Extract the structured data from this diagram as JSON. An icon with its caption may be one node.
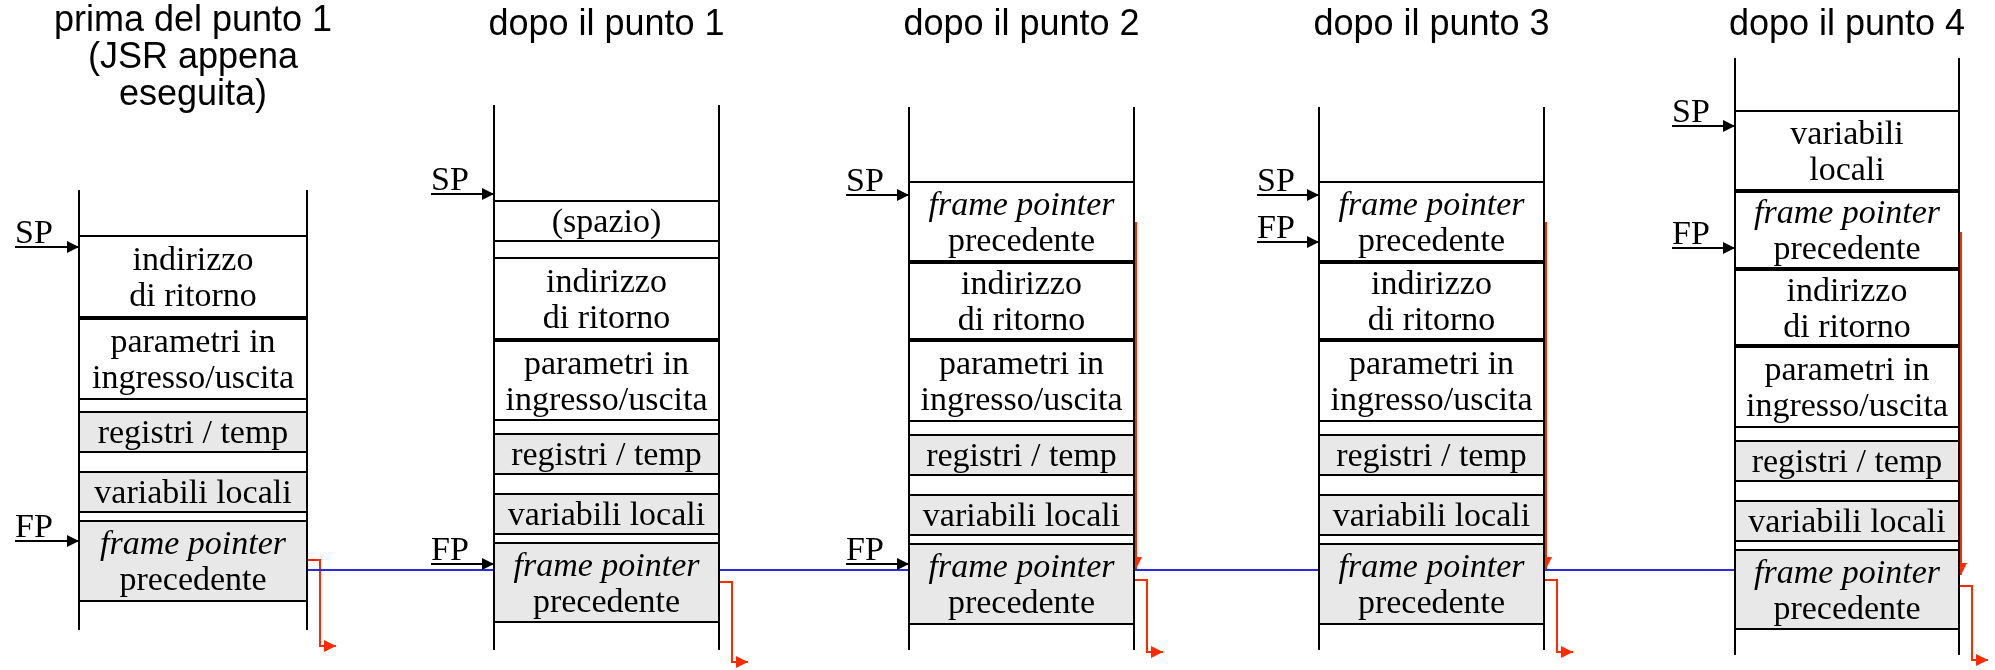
{
  "diagram": {
    "nodes": [
      {
        "text": [
          "prima del punto 1 (JSR appena eseguita)"
        ]
      },
      {
        "text": [
          "indirizzo di ritorno"
        ],
        "in": 0
      },
      {
        "text": [
          "parametri in ingresso/uscita"
        ],
        "in": 0
      },
      {
        "text": [
          "registri / temp"
        ],
        "in": 0
      },
      {
        "text": [
          "variabili locali"
        ],
        "in": 0
      },
      {
        "text": [
          "*frame pointer* precedente"
        ],
        "in": 0
      },
      {
        "text": [
          "SP"
        ]
      },
      {
        "text": [
          "FP"
        ]
      },
      {
        "text": [
          "dopo il punto 1"
        ]
      },
      {
        "text": [
          "(spazio)"
        ],
        "in": 8
      },
      {
        "text": [
          "indirizzo di ritorno"
        ],
        "in": 8
      },
      {
        "text": [
          "parametri in ingresso/uscita"
        ],
        "in": 8
      },
      {
        "text": [
          "registri / temp"
        ],
        "in": 8
      },
      {
        "text": [
          "variabili locali"
        ],
        "in": 8
      },
      {
        "text": [
          "*frame pointer* precedente"
        ],
        "in": 8
      },
      {
        "text": [
          "SP"
        ]
      },
      {
        "text": [
          "FP"
        ]
      },
      {
        "text": [
          "dopo il punto 2"
        ]
      },
      {
        "text": [
          "*frame pointer* precedente"
        ],
        "in": 17
      },
      {
        "text": [
          "indirizzo di ritorno"
        ],
        "in": 17
      },
      {
        "text": [
          "parametri in ingresso/uscita"
        ],
        "in": 17
      },
      {
        "text": [
          "registri / temp"
        ],
        "in": 17
      },
      {
        "text": [
          "variabili locali"
        ],
        "in": 17
      },
      {
        "text": [
          "*frame pointer* precedente"
        ],
        "in": 17
      },
      {
        "text": [
          "SP"
        ]
      },
      {
        "text": [
          "FP"
        ]
      },
      {
        "text": [
          "dopo il punto 3"
        ]
      },
      {
        "text": [
          "*frame pointer* precedente"
        ],
        "in": 26
      },
      {
        "text": [
          "indirizzo di ritorno"
        ],
        "in": 26
      },
      {
        "text": [
          "parametri in ingresso/uscita"
        ],
        "in": 26
      },
      {
        "text": [
          "registri / temp"
        ],
        "in": 26
      },
      {
        "text": [
          "variabili locali"
        ],
        "in": 26
      },
      {
        "text": [
          "*frame pointer* precedente"
        ],
        "in": 26
      },
      {
        "text": [
          "SP"
        ]
      },
      {
        "text": [
          "FP"
        ]
      },
      {
        "text": [
          "dopo il punto 4"
        ]
      },
      {
        "text": [
          "variabili locali"
        ],
        "in": 35
      },
      {
        "text": [
          "*frame pointer* precedente"
        ],
        "in": 35
      },
      {
        "text": [
          "indirizzo di ritorno"
        ],
        "in": 35
      },
      {
        "text": [
          "parametri in ingresso/uscita"
        ],
        "in": 35
      },
      {
        "text": [
          "registri / temp"
        ],
        "in": 35
      },
      {
        "text": [
          "variabili locali"
        ],
        "in": 35
      },
      {
        "text": [
          "*frame pointer* precedente"
        ],
        "in": 35
      },
      {
        "text": [
          "SP"
        ]
      },
      {
        "text": [
          "FP"
        ]
      }
    ],
    "edges": [
      {
        "from": 6,
        "to": 1,
        "arrow": "to"
      },
      {
        "from": 7,
        "to": 5,
        "arrow": "to"
      },
      {
        "from": 5,
        "to": null,
        "arrow": "to",
        "color": "#ff2a00"
      },
      {
        "from": 5,
        "to": 14,
        "arrow": "none",
        "color": "#2a2ad6"
      },
      {
        "from": 15,
        "to": 9,
        "arrow": "to"
      },
      {
        "from": 16,
        "to": 14,
        "arrow": "to"
      },
      {
        "from": 14,
        "to": null,
        "arrow": "to",
        "color": "#ff2a00"
      },
      {
        "from": 14,
        "to": 23,
        "arrow": "none",
        "color": "#2a2ad6"
      },
      {
        "from": 24,
        "to": 18,
        "arrow": "to"
      },
      {
        "from": 25,
        "to": 23,
        "arrow": "to"
      },
      {
        "from": 18,
        "to": 23,
        "arrow": "to",
        "color": "#ff2a00"
      },
      {
        "from": 23,
        "to": null,
        "arrow": "to",
        "color": "#ff2a00"
      },
      {
        "from": 23,
        "to": 32,
        "arrow": "none",
        "color": "#2a2ad6"
      },
      {
        "from": 33,
        "to": 27,
        "arrow": "to"
      },
      {
        "from": 34,
        "to": 27,
        "arrow": "to"
      },
      {
        "from": 27,
        "to": 32,
        "arrow": "to",
        "color": "#ff2a00"
      },
      {
        "from": 32,
        "to": null,
        "arrow": "to",
        "color": "#ff2a00"
      },
      {
        "from": 32,
        "to": 42,
        "arrow": "none",
        "color": "#2a2ad6"
      },
      {
        "from": 43,
        "to": 36,
        "arrow": "to"
      },
      {
        "from": 44,
        "to": 37,
        "arrow": "to"
      },
      {
        "from": 37,
        "to": 42,
        "arrow": "to",
        "color": "#ff2a00"
      },
      {
        "from": 42,
        "to": null,
        "arrow": "to",
        "color": "#ff2a00"
      }
    ]
  }
}
